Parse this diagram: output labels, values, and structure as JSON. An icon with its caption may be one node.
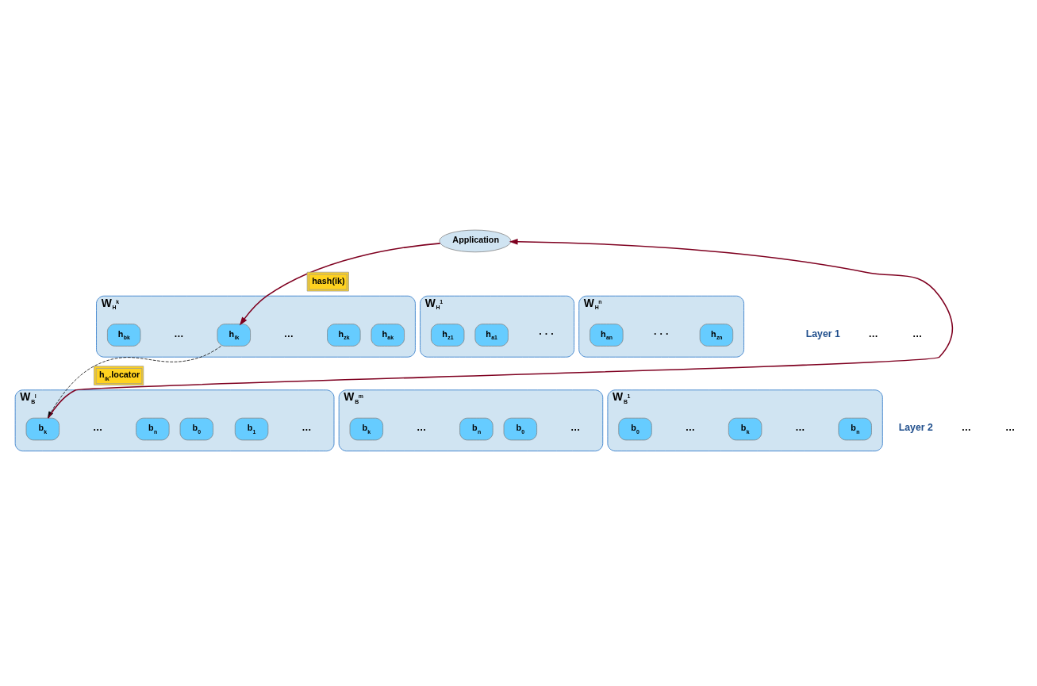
{
  "diagram": {
    "nodes": [
      {
        "text": [
          "Application"
        ]
      },
      {
        "text": [
          "W$_{H}$$^{1}$"
        ]
      },
      {
        "text": [
          "h$_{a1}$"
        ],
        "in": 1
      },
      {
        "text": [
          "h$_{z1}$"
        ],
        "in": 1
      },
      {
        "text": [
          "W$_{H}$$^{k}$"
        ]
      },
      {
        "text": [
          "h$_{ak}$"
        ],
        "in": 4
      },
      {
        "text": [
          "h$_{bk}$"
        ],
        "in": 4
      },
      {
        "text": [
          "h$_{ik}$"
        ],
        "in": 4
      },
      {
        "text": [
          "h$_{zk}$"
        ],
        "in": 4
      },
      {
        "text": [
          "W$_{H}$$^{n}$"
        ]
      },
      {
        "text": [
          "h$_{an}$"
        ],
        "in": 9
      },
      {
        "text": [
          "h$_{zn}$"
        ],
        "in": 9
      },
      {
        "text": [
          "W$_{B}$$^{1}$"
        ]
      },
      {
        "text": [
          "b$_{0}$"
        ],
        "in": 12
      },
      {
        "text": [
          "b$_{k}$"
        ],
        "in": 12
      },
      {
        "text": [
          "b$_{n}$"
        ],
        "in": 12
      },
      {
        "text": [
          "W$_{B}$$^{l}$"
        ]
      },
      {
        "text": [
          "b$_{0}$"
        ],
        "in": 16
      },
      {
        "text": [
          "b$_{1}$"
        ],
        "in": 16
      },
      {
        "text": [
          "b$_{k}$"
        ],
        "in": 16
      },
      {
        "text": [
          "b$_{n}$"
        ],
        "in": 16
      },
      {
        "text": [
          "W$_{B}$$^{m}$"
        ]
      },
      {
        "text": [
          "b$_{0}$"
        ],
        "in": 21
      },
      {
        "text": [
          "b$_{k}$"
        ],
        "in": 21
      },
      {
        "text": [
          "b$_{n}$"
        ],
        "in": 21
      }
    ],
    "edges": [
      {
        "from": 0,
        "to": 7,
        "arrow": "to",
        "label": "hash(ik)",
        "color": "#7f0020"
      },
      {
        "from": 7,
        "to": 19,
        "arrow": "to",
        "style": "dashed",
        "label": "h$_{ik}$.locator",
        "color": "#000000"
      },
      {
        "from": 19,
        "to": 0,
        "arrow": "to",
        "color": "#7f0020"
      }
    ],
    "labels": [
      "Layer 1",
      "· · ·",
      "…",
      "…",
      "…",
      "…",
      "· · ·",
      "Layer 2",
      "…",
      "…",
      "…",
      "…",
      "…",
      "…",
      "…",
      "…"
    ]
  }
}
